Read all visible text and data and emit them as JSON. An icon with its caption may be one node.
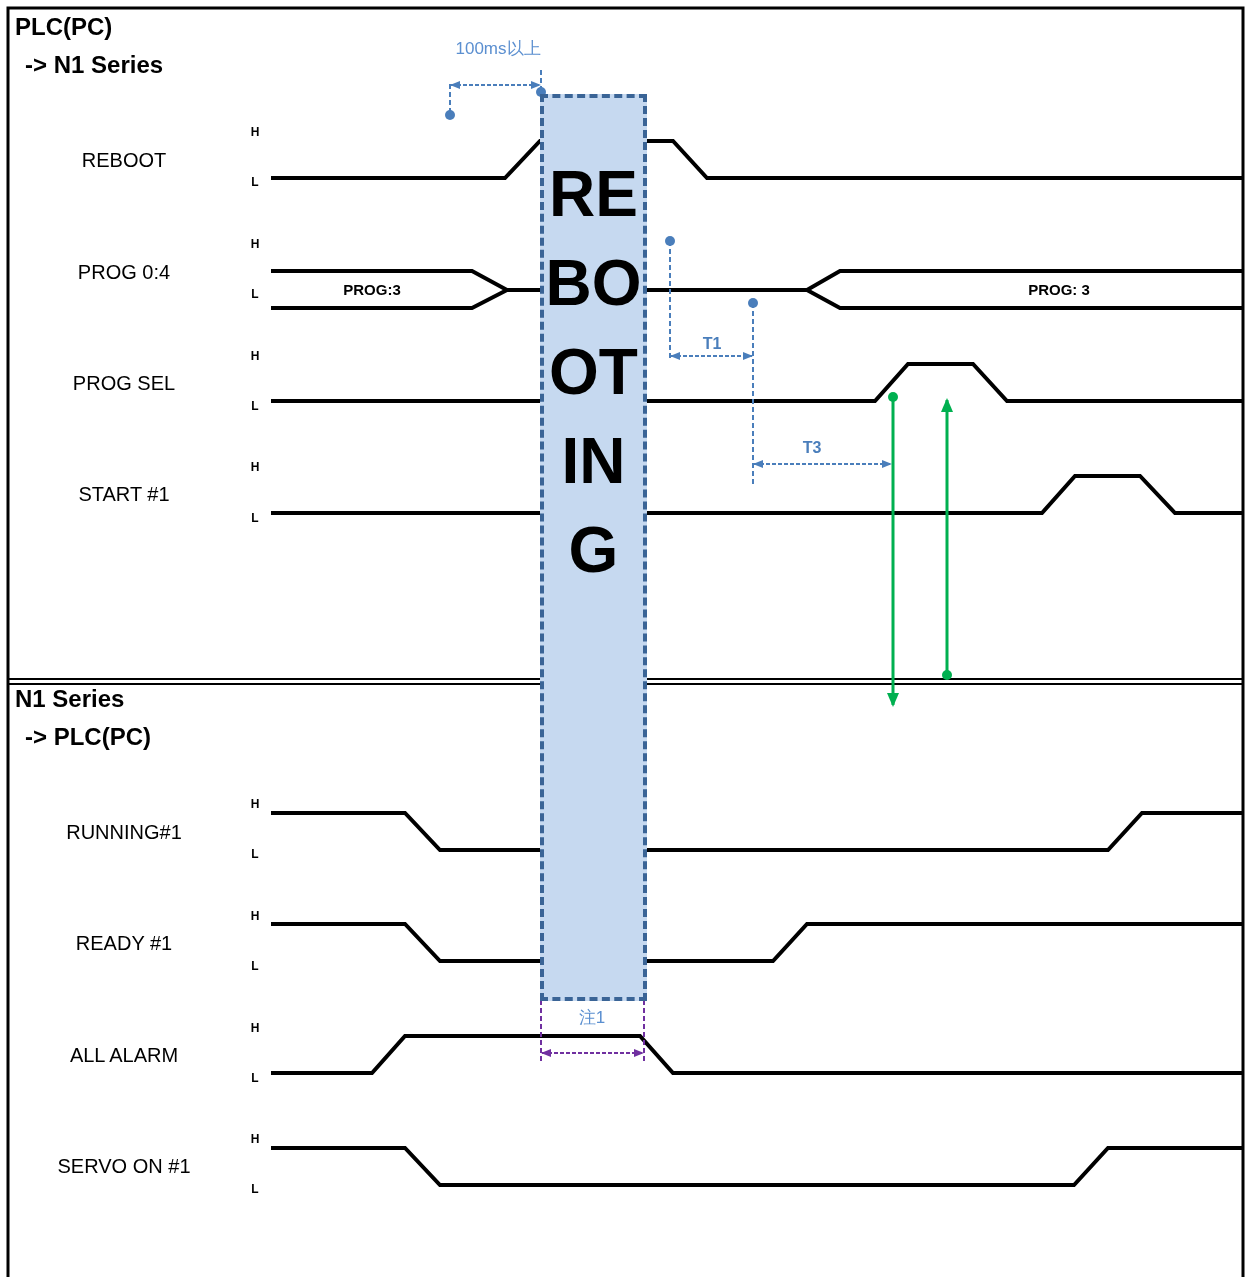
{
  "diagram": {
    "nodes": [
      {
        "text": [
          "REBOOTING"
        ]
      }
    ],
    "labels": [
      "PLC(PC)",
      "-> N1 Series",
      "100ms以上",
      "REBOOT",
      "H",
      "L",
      "PROG 0:4",
      "H",
      "L",
      "PROG:3",
      "PROG: 3",
      "T1",
      "PROG SEL",
      "H",
      "L",
      "T3",
      "START #1",
      "H",
      "L",
      "N1 Series",
      "-> PLC(PC)",
      "RUNNING#1",
      "H",
      "L",
      "READY #1",
      "H",
      "L",
      "注1",
      "ALL ALARM",
      "H",
      "L",
      "SERVO ON #1",
      "H",
      "L"
    ]
  }
}
